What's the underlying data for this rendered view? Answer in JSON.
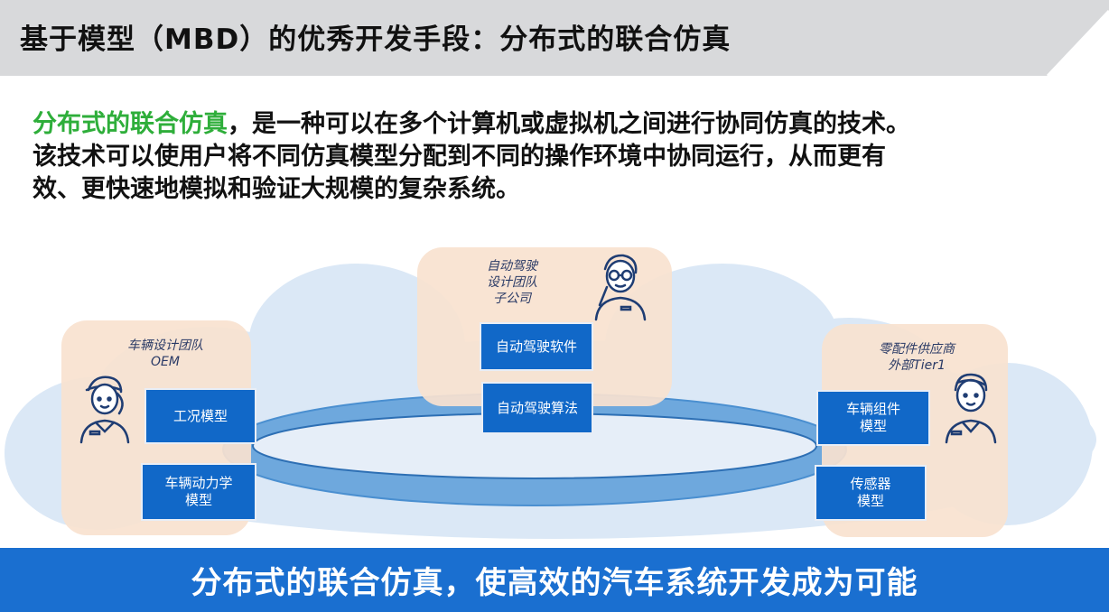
{
  "title": "基于模型（MBD）的优秀开发手段：分布式的联合仿真",
  "intro": {
    "highlight": "分布式的联合仿真",
    "line1_rest": "，是一种可以在多个计算机或虚拟机之间进行协同仿真的技术。",
    "line2": "该技术可以使用户将不同仿真模型分配到不同的操作环境中协同运行，从而更有",
    "line3": "效、更快速地模拟和验证大规模的复杂系统。"
  },
  "teams": {
    "oem": {
      "label_line1": "车辆设计团队",
      "label_line2": "OEM",
      "blocks": [
        "工况模型",
        "车辆动力学",
        "模型"
      ]
    },
    "subsidiary": {
      "label_line1": "自动驾驶",
      "label_line2": "设计团队",
      "label_line3": "子公司",
      "blocks": [
        "自动驾驶软件",
        "自动驾驶算法"
      ]
    },
    "tier1": {
      "label_line1": "零配件供应商",
      "label_line2": "外部Tier1",
      "blocks": [
        "车辆组件",
        "模型",
        "传感器",
        "模型"
      ]
    }
  },
  "bottom_banner": "分布式的联合仿真，使高效的汽车系统开发成为可能",
  "colors": {
    "accent_green": "#2eae3a",
    "block_blue": "#1168c8",
    "banner_blue": "#1a6fd0",
    "panel_peach": "#f9e2cf",
    "cloud": "#dbe8f6",
    "ring": "#5d9fd8"
  }
}
